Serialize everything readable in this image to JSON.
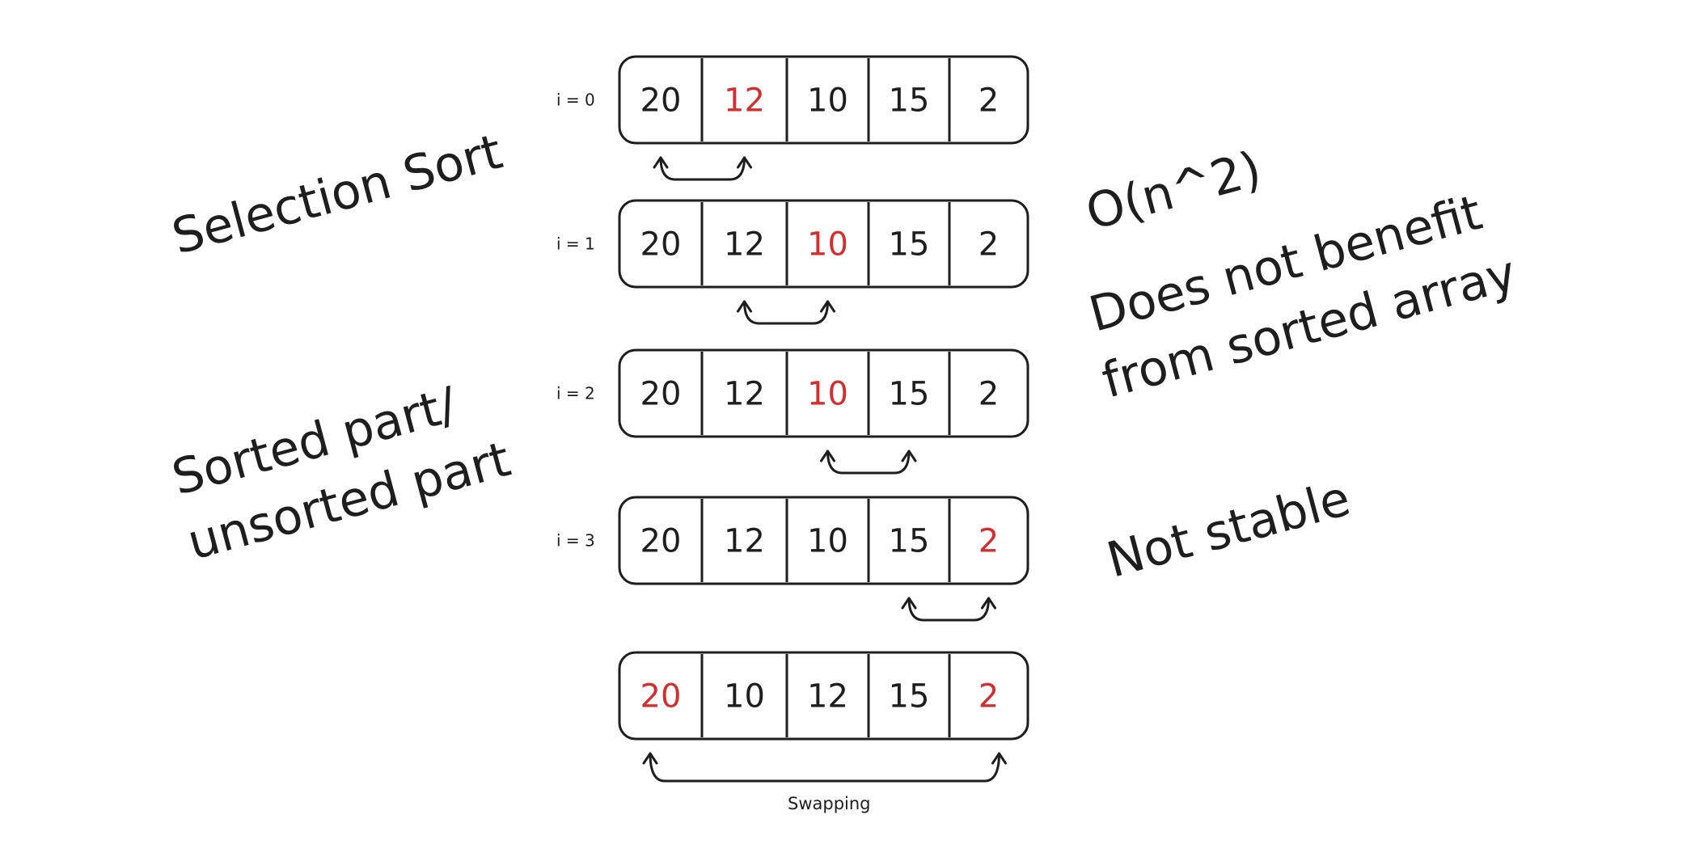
{
  "notes": {
    "title": "Selection Sort",
    "sorted_part_line1": "Sorted part/",
    "sorted_part_line2": "unsorted part",
    "complexity": "O(n^2)",
    "no_benefit_line1": "Does not benefit",
    "no_benefit_line2": "from sorted array",
    "stability": "Not stable"
  },
  "rows": [
    {
      "label": "i = 0",
      "cells": [
        "20",
        "12",
        "10",
        "15",
        "2"
      ],
      "highlight": [
        1
      ],
      "swap_between": [
        0,
        1
      ]
    },
    {
      "label": "i = 1",
      "cells": [
        "20",
        "12",
        "10",
        "15",
        "2"
      ],
      "highlight": [
        2
      ],
      "swap_between": [
        1,
        2
      ]
    },
    {
      "label": "i = 2",
      "cells": [
        "20",
        "12",
        "10",
        "15",
        "2"
      ],
      "highlight": [
        2
      ],
      "swap_between": [
        2,
        3
      ]
    },
    {
      "label": "i = 3",
      "cells": [
        "20",
        "12",
        "10",
        "15",
        "2"
      ],
      "highlight": [
        4
      ],
      "swap_between": [
        3,
        4
      ]
    },
    {
      "label": "",
      "cells": [
        "20",
        "10",
        "12",
        "15",
        "2"
      ],
      "highlight": [
        0,
        4
      ],
      "swap_between": [
        0,
        4
      ]
    }
  ],
  "swap_caption": "Swapping",
  "colors": {
    "ink": "#1e1e1e",
    "highlight": "#d32f2f",
    "background": "#ffffff"
  }
}
